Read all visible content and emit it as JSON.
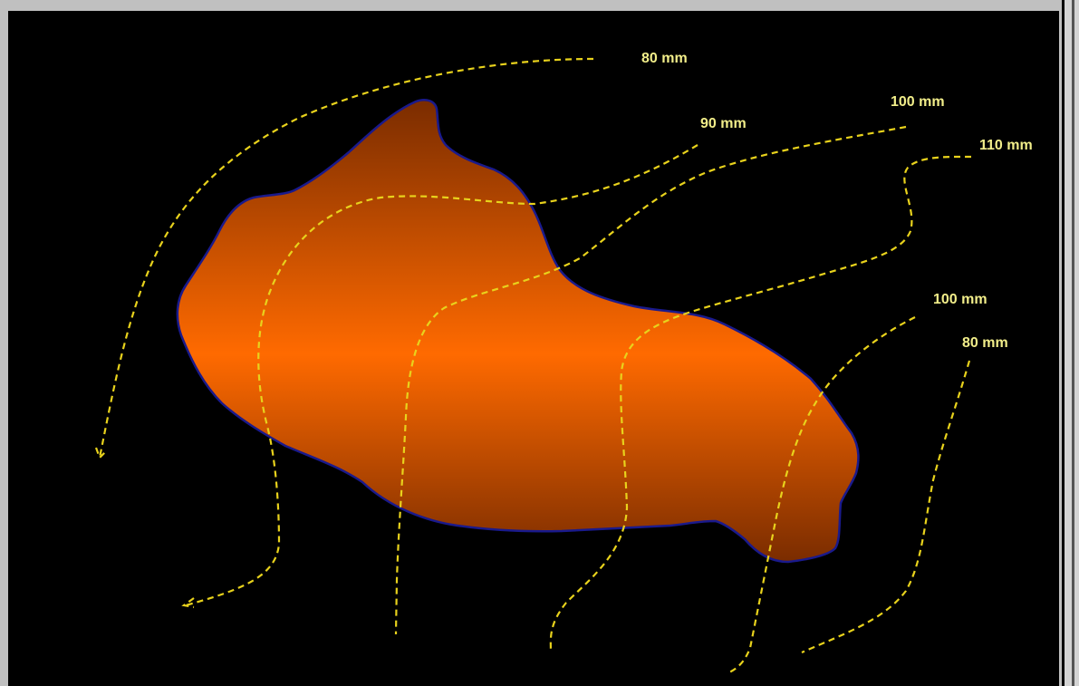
{
  "colors": {
    "background": "#000000",
    "frame": "#c0c0c0",
    "shape_outline": "#1a1a8c",
    "shape_fill_center": "#ff6a00",
    "shape_fill_edge": "#7a2c00",
    "flow_line": "#e8d21c",
    "label_text": "#f2ee8a"
  },
  "labels": {
    "top_80": "80 mm",
    "mid_90": "90 mm",
    "top_100": "100 mm",
    "right_110": "110 mm",
    "right_100": "100 mm",
    "right_80": "80 mm"
  }
}
